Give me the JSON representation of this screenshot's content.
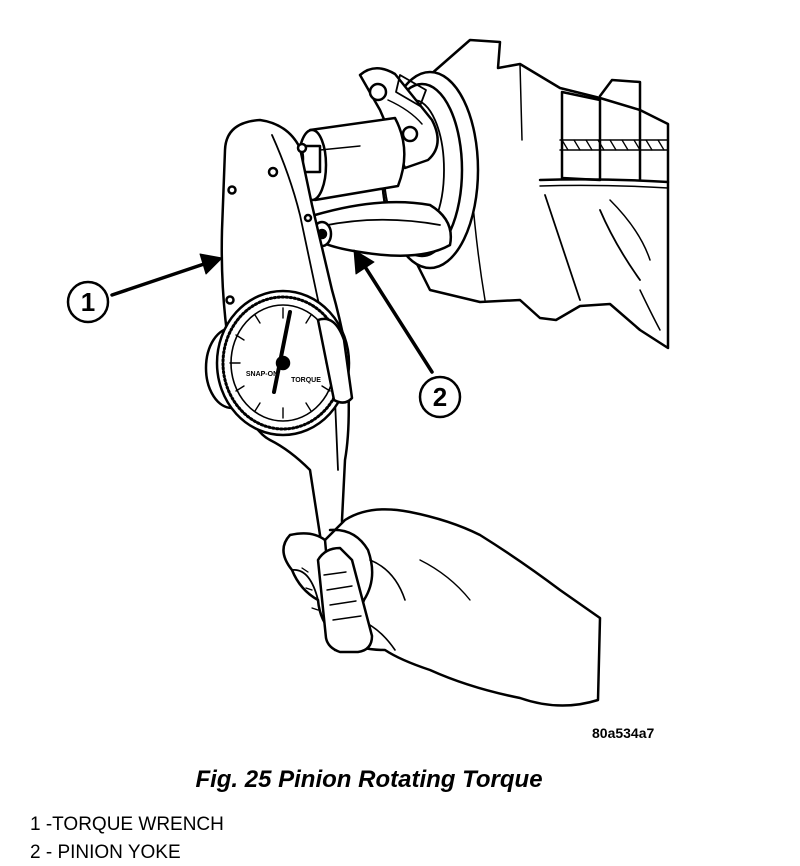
{
  "figure": {
    "callouts": [
      {
        "number": "1"
      },
      {
        "number": "2"
      }
    ],
    "dial_labels": [
      "SNAP-ON",
      "TORQUE"
    ],
    "image_code": "80a534a7"
  },
  "caption": "Fig. 25 Pinion Rotating Torque",
  "legend": [
    "1 -TORQUE WRENCH",
    "2 - PINION YOKE"
  ]
}
